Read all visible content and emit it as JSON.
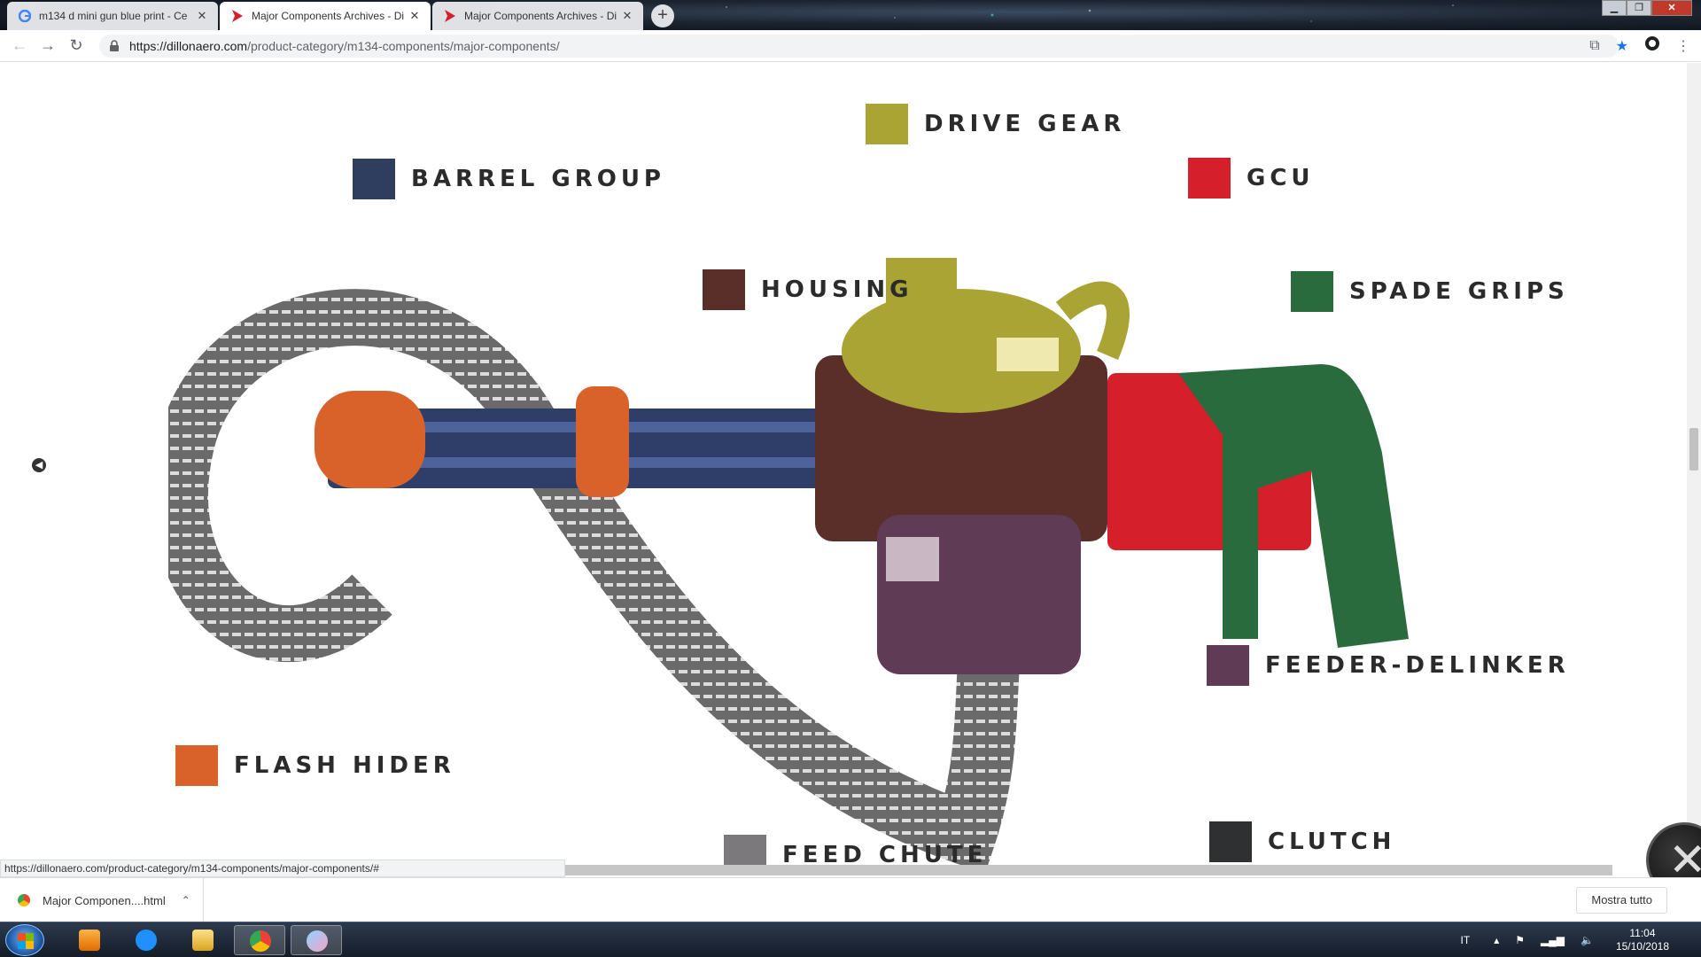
{
  "tabs": [
    {
      "title": "m134 d mini gun blue print - Ce",
      "active": false
    },
    {
      "title": "Major Components Archives - Di",
      "active": true
    },
    {
      "title": "Major Components Archives - Di",
      "active": false
    }
  ],
  "address": {
    "host": "https://dillonaero.com",
    "path": "/product-category/m134-components/major-components/"
  },
  "labels": {
    "drive_gear": "DRIVE GEAR",
    "barrel_group": "BARREL GROUP",
    "gcu": "GCU",
    "housing": "HOUSING",
    "spade_grips": "SPADE GRIPS",
    "feeder_delinker": "FEEDER-DELINKER",
    "flash_hider": "FLASH HIDER",
    "feed_chute": "FEED CHUTE",
    "clutch": "CLUTCH"
  },
  "colors": {
    "drive_gear": "#a9a434",
    "barrel_group": "#2f3d5e",
    "gcu": "#d51f2a",
    "housing": "#5a2f2a",
    "spade_grips": "#2a6b3e",
    "feeder_delinker": "#5f3b55",
    "flash_hider": "#d9622a",
    "feed_chute": "#7b797b",
    "clutch": "#2f3032"
  },
  "status_url": "https://dillonaero.com/product-category/m134-components/major-components/#",
  "download": {
    "file": "Major Componen....html",
    "show_all": "Mostra tutto"
  },
  "taskbar": {
    "lang": "IT",
    "time": "11:04",
    "date": "15/10/2018"
  }
}
